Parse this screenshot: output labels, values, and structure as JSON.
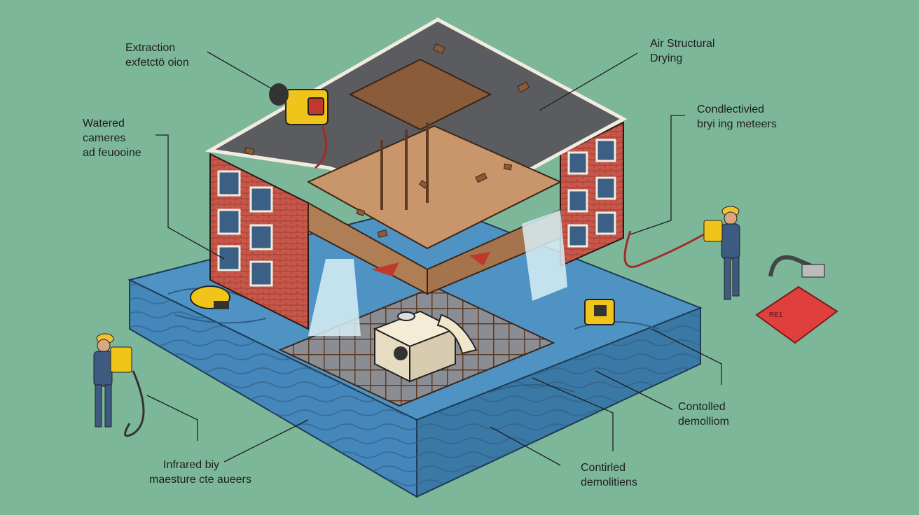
{
  "callouts": [
    {
      "id": "extraction",
      "lines": [
        "Extraction",
        "exfetctö oion"
      ]
    },
    {
      "id": "air-drying",
      "lines": [
        "Air Structural",
        "Drying"
      ]
    },
    {
      "id": "watered-cameras",
      "lines": [
        "Watered",
        "cameres",
        "ad feuooine"
      ]
    },
    {
      "id": "drying-meters",
      "lines": [
        "Condlectivied",
        "bryi ing meteers"
      ]
    },
    {
      "id": "controlled-demolition-right",
      "lines": [
        "Contolled",
        "demolliom"
      ]
    },
    {
      "id": "infrared",
      "lines": [
        "Infrared biy",
        "maesture cte aueers"
      ]
    },
    {
      "id": "controlled-demolition-bottom",
      "lines": [
        "Contirled",
        "demolitiens"
      ]
    }
  ],
  "sign_text": "RE1",
  "colors": {
    "background": "#7db79a",
    "water": "#4f93c4",
    "water_dark": "#3a78a6",
    "brick": "#c8574a",
    "roof": "#5a5c60",
    "wood": "#c9956a",
    "equipment": "#f0c419",
    "worker": "#3d5a80",
    "hardhat": "#f2c230",
    "red_pad": "#e0403d"
  },
  "icons": [
    "water-extraction-unit-icon",
    "moisture-meter-icon",
    "dehumidifier-icon",
    "air-mover-icon",
    "worker-icon",
    "hose-icon"
  ]
}
